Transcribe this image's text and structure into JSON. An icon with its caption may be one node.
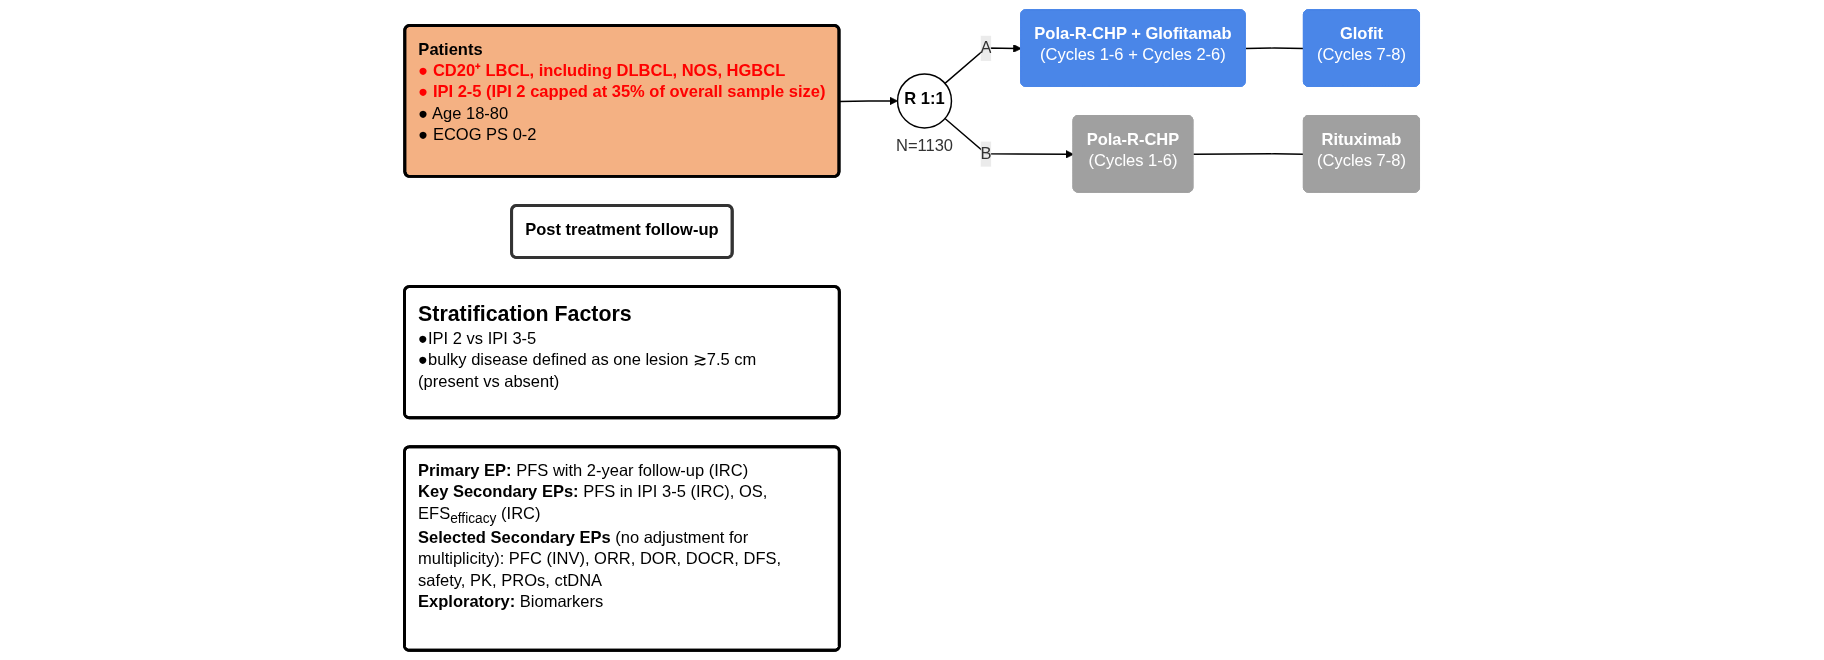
{
  "diagram": {
    "nodes": [
      {
        "text": [
          "Patients",
          "● CD20⁺ LBCL, including DLBCL, NOS, HGBCL",
          "● IPI 2-5 (IPI 2 capped at 35% of overall sample size)",
          "● Age 18-80",
          "● ECOG PS 0-2"
        ]
      },
      {
        "text": [
          "R 1:1"
        ],
        "beside": [
          "N=1130"
        ]
      },
      {
        "text": [
          "Pola-R-CHP + Glofitamab",
          "(Cycles 1-6 + Cycles 2-6)"
        ]
      },
      {
        "text": [
          "Glofit",
          "(Cycles 7-8)"
        ]
      },
      {
        "text": [
          "Pola-R-CHP",
          "(Cycles 1-6)"
        ]
      },
      {
        "text": [
          "Rituximab",
          "(Cycles 7-8)"
        ]
      },
      {
        "text": [
          "Post treatment follow-up"
        ]
      },
      {
        "text": [
          "Stratification Factors",
          "●IPI 2 vs IPI 3-5",
          "●bulky disease defined as one lesion ≳7.5 cm (present vs absent)"
        ]
      },
      {
        "text": [
          "**Primary EP:** PFS with 2-year follow-up (IRC)",
          "**Key Secondary EPs:** PFS in IPI 3-5 (IRC), OS, EFS$_{efficacy}$ (IRC)",
          "**Selected Secondary EPs** (no adjustment for multiplicity): PFC (INV), ORR, DOR, DOCR, DFS, safety, PK, PROs, ctDNA",
          "**Exploratory:** Biomarkers"
        ]
      }
    ],
    "edges": [
      {
        "from": 0,
        "to": 1,
        "arrow": "to"
      },
      {
        "from": 1,
        "to": 2,
        "arrow": "to",
        "label": "A"
      },
      {
        "from": 1,
        "to": 4,
        "arrow": "to",
        "label": "B"
      },
      {
        "from": 2,
        "to": 3,
        "arrow": "none"
      },
      {
        "from": 4,
        "to": 5,
        "arrow": "none"
      }
    ]
  }
}
